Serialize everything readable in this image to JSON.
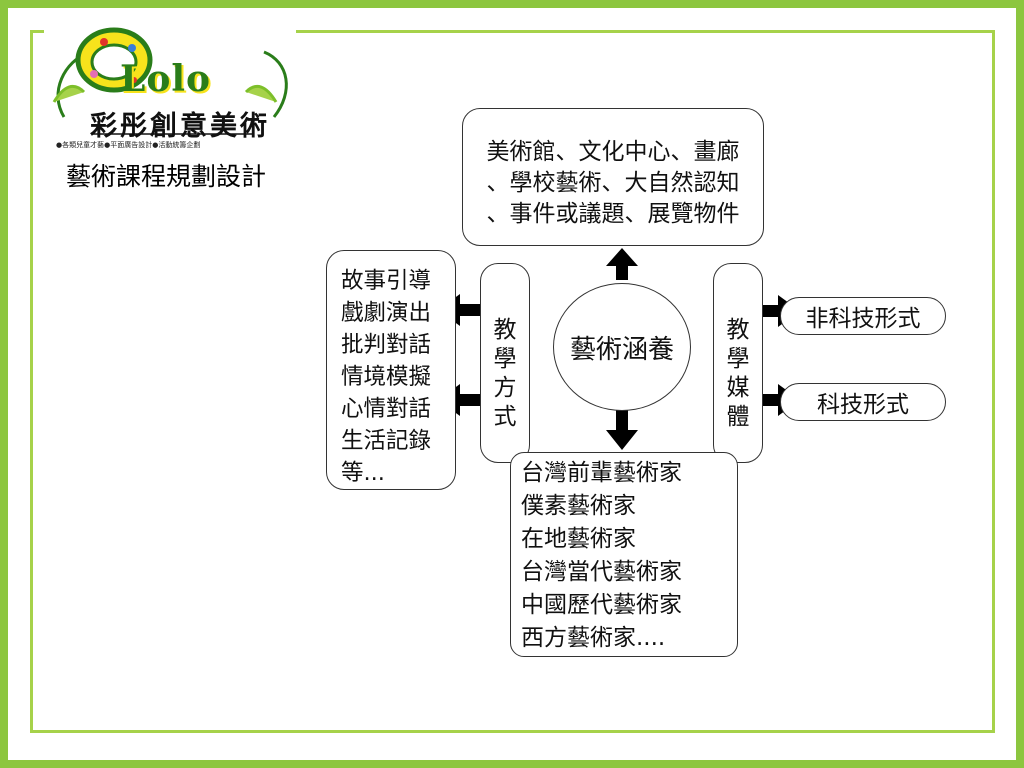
{
  "logo": {
    "word": "Lolo",
    "banner": "彩彤創意美術",
    "tagline": "●各類兒童才藝●平面廣告設計●活動統籌企劃"
  },
  "page_title": "藝術課程規劃設計",
  "center": "藝術涵養",
  "venues": [
    "美術館、文化中心、畫廊",
    "、學校藝術、大自然認知",
    "、事件或議題、展覽物件"
  ],
  "teaching_method": {
    "label": [
      "教",
      "學",
      "方",
      "式"
    ],
    "items": [
      "故事引導",
      "戲劇演出",
      "批判對話",
      "情境模擬",
      "心情對話",
      "生活記錄",
      "等..."
    ]
  },
  "teaching_media": {
    "label": [
      "教",
      "學",
      "媒",
      "體"
    ],
    "non_tech": "非科技形式",
    "tech": "科技形式"
  },
  "artists": [
    "台灣前輩藝術家",
    "僕素藝術家",
    "在地藝術家",
    "台灣當代藝術家",
    "中國歷代藝術家",
    "西方藝術家...."
  ],
  "colors": {
    "frame": "#8cc63f",
    "inner_frame": "#a6d24a",
    "logo_green": "#2a7d1a",
    "logo_yellow": "#f7e31c"
  }
}
